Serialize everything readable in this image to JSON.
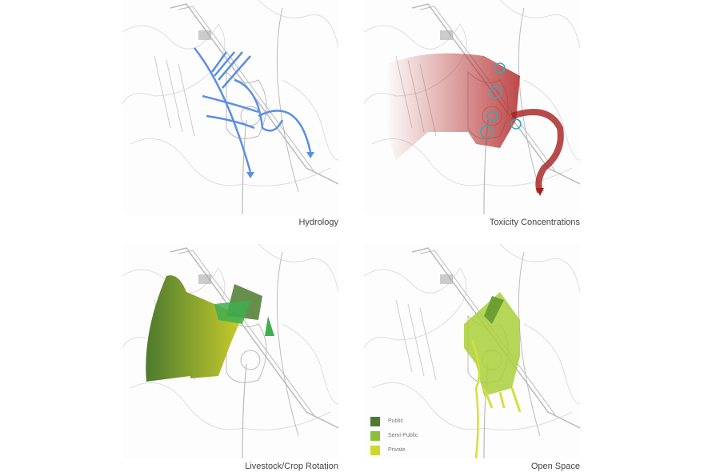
{
  "panels": [
    {
      "title": "Hydrology"
    },
    {
      "title": "Toxicity Concentrations"
    },
    {
      "title": "Livestock/Crop Rotation"
    },
    {
      "title": "Open Space"
    }
  ],
  "legend": [
    {
      "label": "Public",
      "color": "#4d7a2e"
    },
    {
      "label": "Semi-Public",
      "color": "#8dbf3c"
    },
    {
      "label": "Private",
      "color": "#cbd92c"
    }
  ],
  "colors": {
    "hydrology": "#5b8ee6",
    "toxicity": "#b22a2a",
    "base": "#cfcfcf"
  }
}
